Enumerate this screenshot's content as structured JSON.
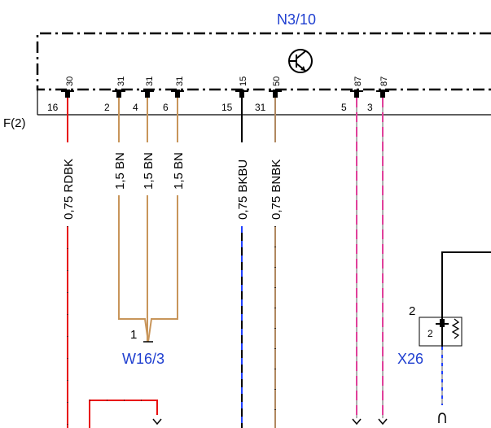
{
  "module": {
    "name": "N3/10"
  },
  "connector": {
    "name": "F(2)"
  },
  "pins": [
    {
      "id": "p1",
      "pin": "16",
      "func": "30"
    },
    {
      "id": "p2",
      "pin": "2",
      "func": "31"
    },
    {
      "id": "p3",
      "pin": "4",
      "func": "31"
    },
    {
      "id": "p4",
      "pin": "6",
      "func": "31"
    },
    {
      "id": "p5",
      "pin": "15",
      "func": "15"
    },
    {
      "id": "p6",
      "pin": "31",
      "func": "50"
    },
    {
      "id": "p7",
      "pin": "5",
      "func": "87"
    },
    {
      "id": "p8",
      "pin": "3",
      "func": "87"
    }
  ],
  "wires": [
    {
      "id": "w1",
      "label": "0,75 RDBK",
      "color": "#e81010",
      "stripe": "#000000"
    },
    {
      "id": "w2",
      "label": "1,5 BN",
      "color": "#c8955a",
      "stripe": ""
    },
    {
      "id": "w3",
      "label": "1,5 BN",
      "color": "#c8955a",
      "stripe": ""
    },
    {
      "id": "w4",
      "label": "1,5 BN",
      "color": "#c8955a",
      "stripe": ""
    },
    {
      "id": "w5",
      "label": "0,75 BKBU",
      "color": "#000000",
      "stripe": "#2040ff"
    },
    {
      "id": "w6",
      "label": "0,75 BNBK",
      "color": "#b08860",
      "stripe": "#000000"
    },
    {
      "id": "w7",
      "label": "",
      "color": "#e0409a",
      "stripe": "#b0b0b0"
    },
    {
      "id": "w8",
      "label": "",
      "color": "#e0409a",
      "stripe": "#b0b0b0"
    }
  ],
  "splice": {
    "name": "W16/3",
    "pin": "1"
  },
  "ground_point": {
    "name": "X26",
    "pin_outer": "2",
    "pin_inner": "2"
  },
  "icons": [
    "transistor-icon",
    "ground-spring-icon",
    "continuation-arrow-icon"
  ]
}
